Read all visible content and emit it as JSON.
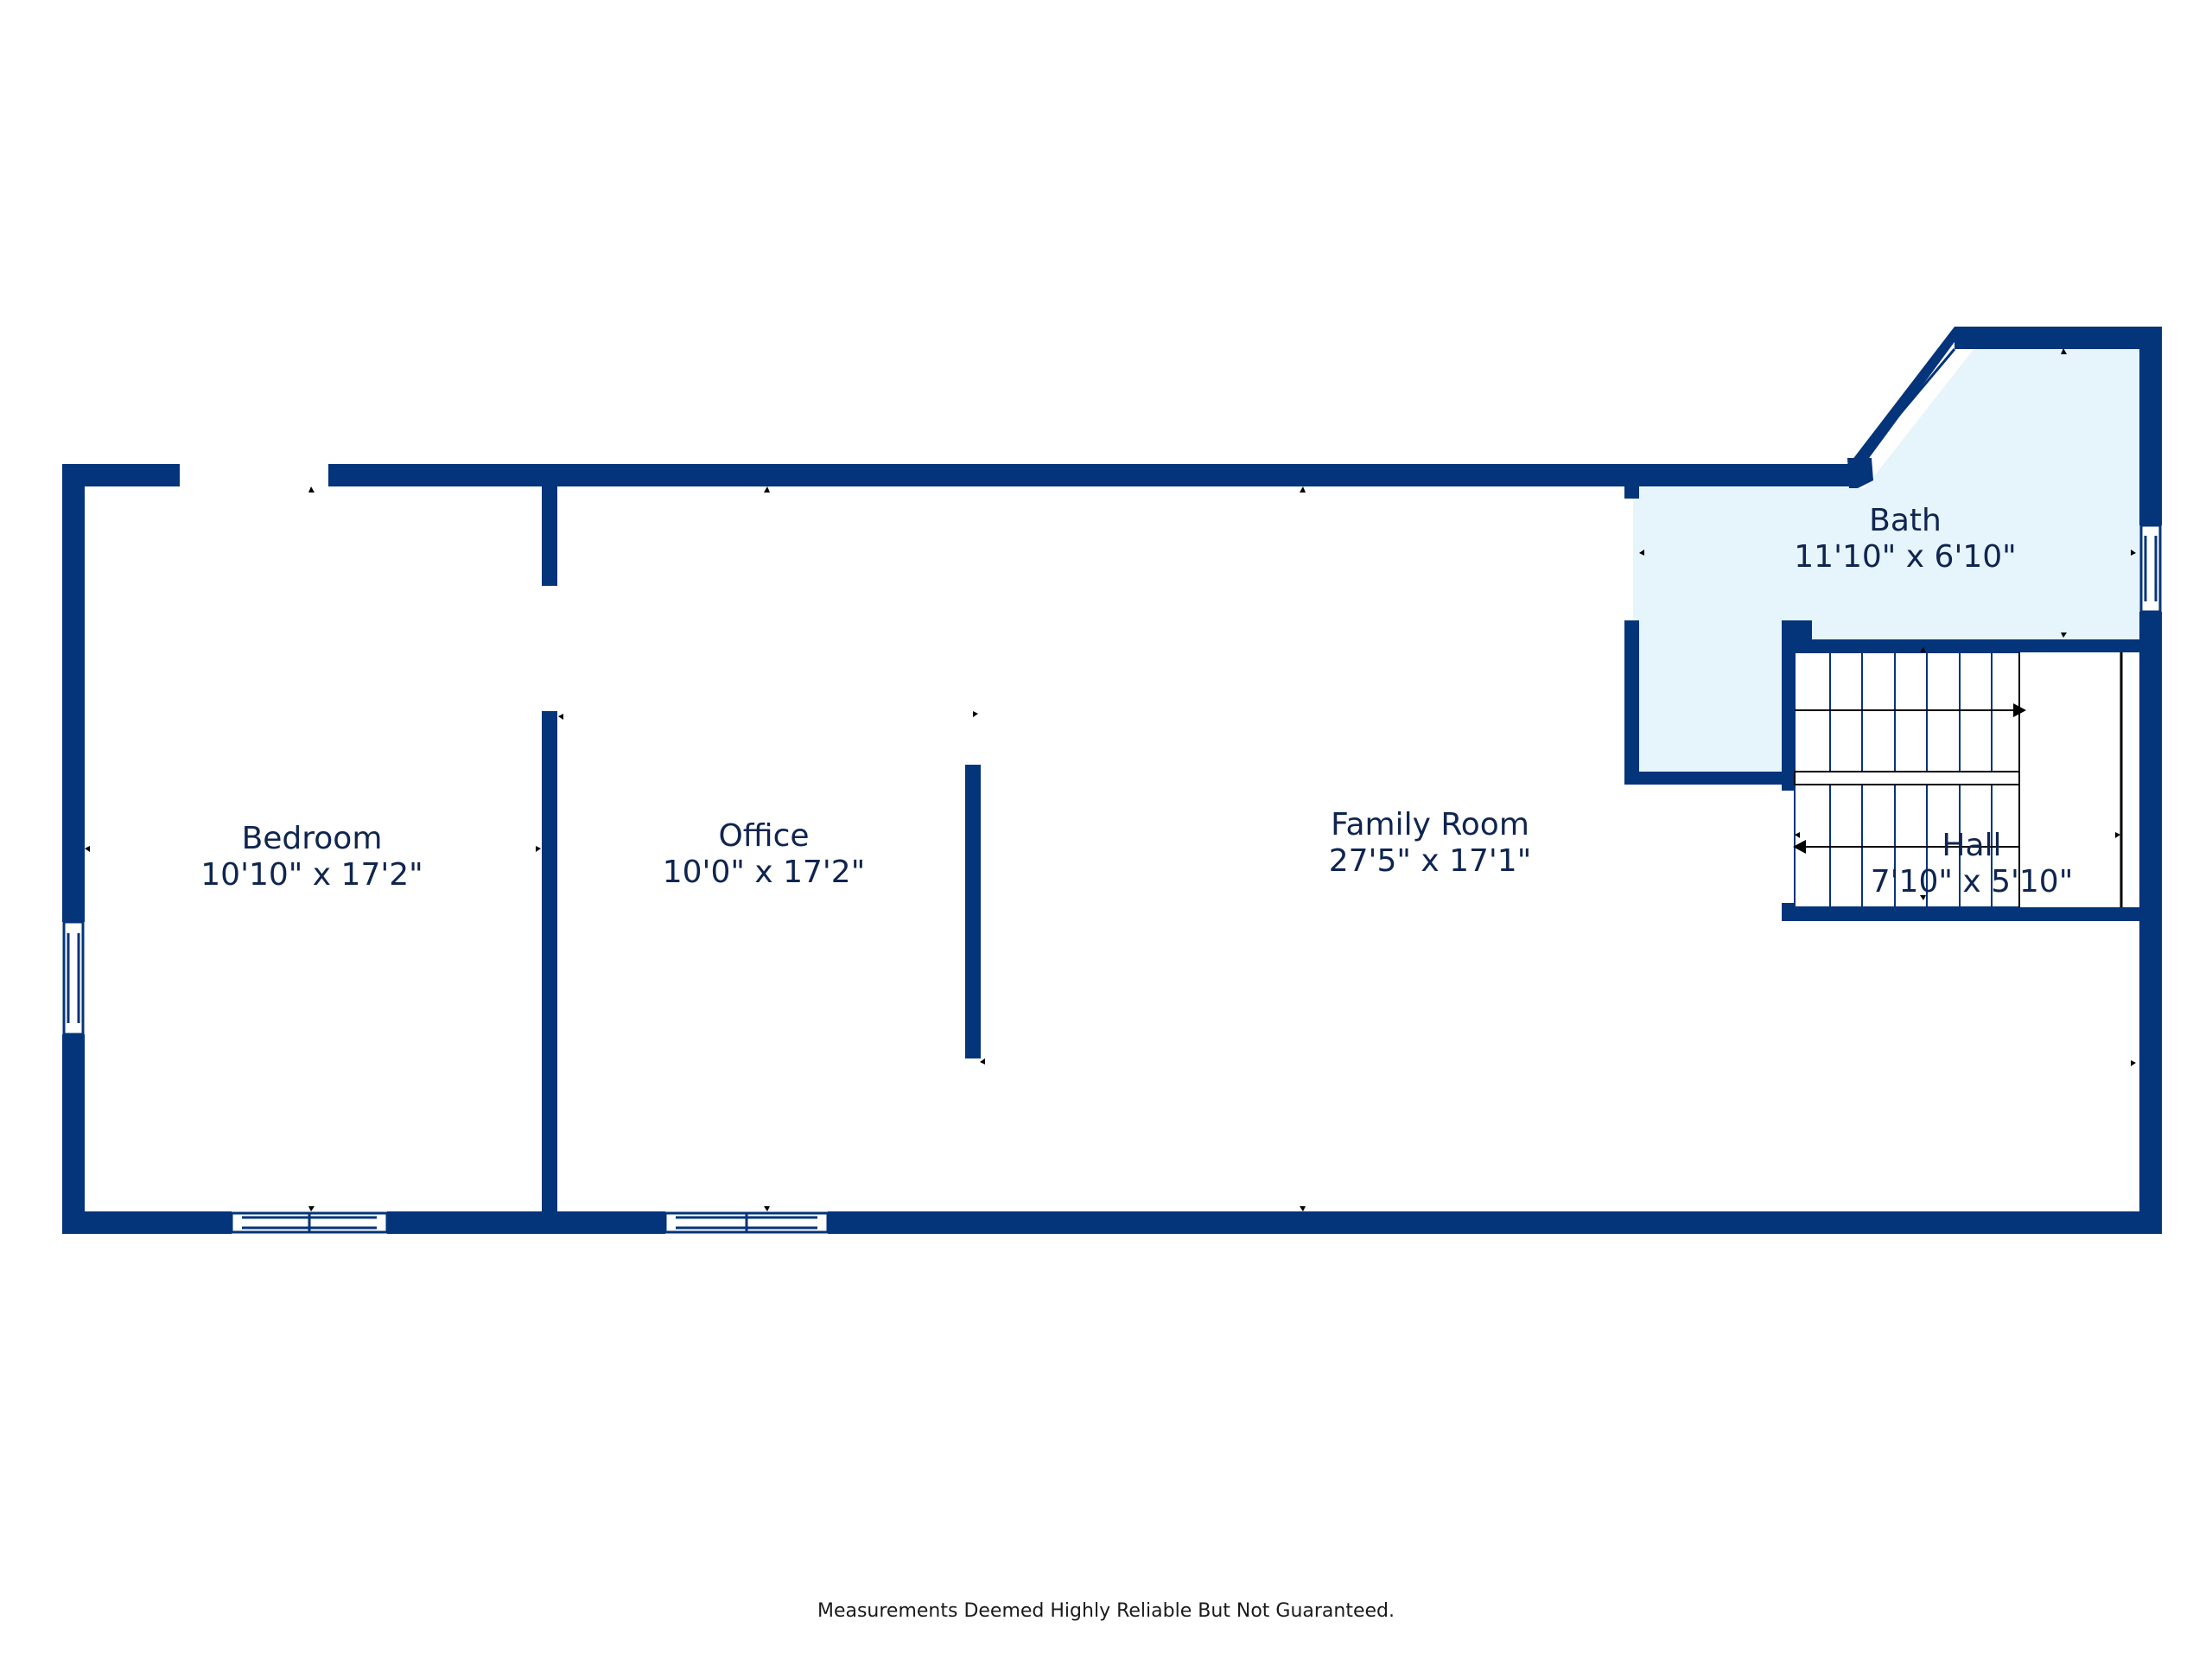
{
  "colors": {
    "wall": "#04347a",
    "bath_fill": "#e6f4fc",
    "label_text": "#0f2550",
    "window_frame": "#04347a"
  },
  "rooms": {
    "bedroom": {
      "name": "Bedroom",
      "dimensions": "10'10\" x 17'2\""
    },
    "office": {
      "name": "Office",
      "dimensions": "10'0\" x 17'2\""
    },
    "family_room": {
      "name": "Family Room",
      "dimensions": "27'5\" x 17'1\""
    },
    "bath": {
      "name": "Bath",
      "dimensions": "11'10\" x 6'10\""
    },
    "hall": {
      "name": "Hall",
      "dimensions": "7'10\" x 5'10\""
    }
  },
  "footer": {
    "disclaimer": "Measurements Deemed Highly Reliable But Not Guaranteed."
  }
}
